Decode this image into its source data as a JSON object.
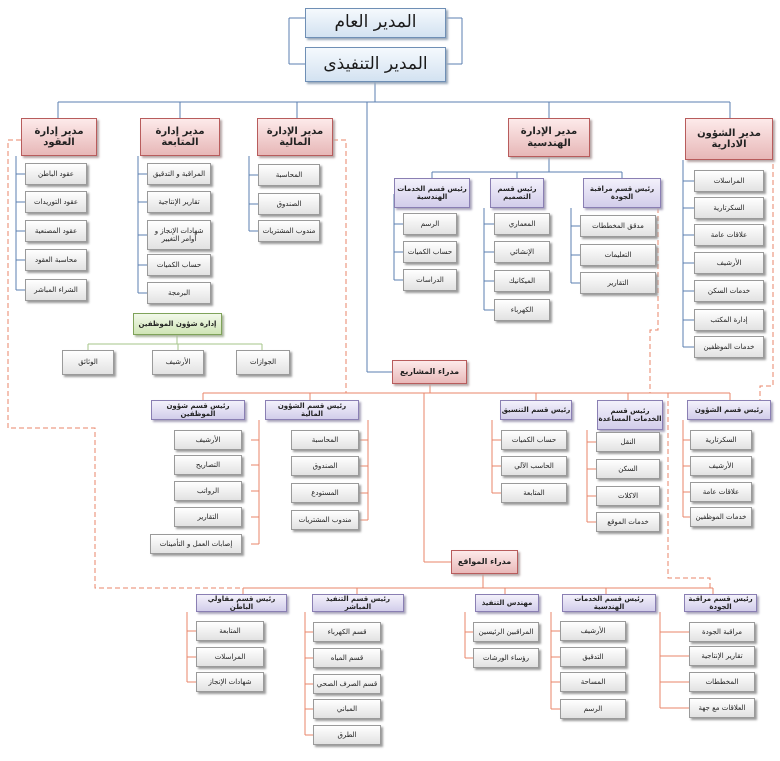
{
  "top": {
    "general_manager": "المدير العام",
    "executive_manager": "المدير التنفيذى"
  },
  "directors": {
    "affairs": "مدير الشؤون الادارية",
    "engineering": "مدير الإدارة الهندسية",
    "finance": "مدير الإدارة المالية",
    "followup": "مدير إدارة المتابعة",
    "contracts": "مدير إدارة العقود"
  },
  "affairs_items": [
    "المراسلات",
    "السكرتارية",
    "علاقات عامة",
    "الأرشيف",
    "خدمات السكن",
    "إدارة المكتب",
    "خدمات الموظفين"
  ],
  "engineering": {
    "quality": {
      "title": "رئيس قسم مراقبة الجودة",
      "items": [
        "مدقق المخططات",
        "التعليمات",
        "التقارير"
      ]
    },
    "design": {
      "title": "رئيس قسم التصميم",
      "items": [
        "المعماري",
        "الإنشائي",
        "الميكانيك",
        "الكهرباء"
      ]
    },
    "eng_services": {
      "title": "رئيس قسم الخدمات الهندسية",
      "items": [
        "الرسم",
        "حساب الكميات",
        "الدراسات"
      ]
    }
  },
  "finance_items": [
    "المحاسبة",
    "الصندوق",
    "مندوب المشتريات"
  ],
  "followup_items": [
    "المراقبة و التدقيق",
    "تقارير الإنتاجية",
    "شهادات الإنجاز و أوامر التغيير",
    "حساب الكميات",
    "البرمجة"
  ],
  "contracts_items": [
    "عقود الباطن",
    "عقود التوريدات",
    "عقود المصنعية",
    "محاسبة العقود",
    "الشراء المباشر"
  ],
  "hr": {
    "title": "إدارة شؤون الموظفين",
    "items": [
      "الجوازات",
      "الأرشيف",
      "الوثائق"
    ]
  },
  "projects": {
    "title": "مدراء المشاريع",
    "affairs": {
      "title": "رئيس قسم الشؤون",
      "items": [
        "السكرتارية",
        "الأرشيف",
        "علاقات عامة",
        "خدمات الموظفين"
      ]
    },
    "aux": {
      "title": "رئيس قسم الخدمات المساعدة",
      "items": [
        "النقل",
        "السكن",
        "الاكلات",
        "خدمات الموقع"
      ]
    },
    "coord": {
      "title": "رئيس قسم التنسيق",
      "items": [
        "حساب الكميات",
        "الحاسب الآلي",
        "المتابعة"
      ]
    },
    "fin": {
      "title": "رئيس قسم الشؤون المالية",
      "items": [
        "المحاسبة",
        "الصندوق",
        "المستودع",
        "مندوب المشتريات"
      ]
    },
    "staff": {
      "title": "رئيس قسم شؤون الموظفين",
      "items": [
        "الأرشيف",
        "التصاريح",
        "الرواتب",
        "التقارير",
        "إصابات العمل و التأمينات"
      ]
    }
  },
  "sites": {
    "title": "مدراء المواقع",
    "quality": {
      "title": "رئيس قسم مراقبة الجودة",
      "items": [
        "مراقبة الجودة",
        "تقارير الإنتاجية",
        "المخططات",
        "العلاقات مع جهة"
      ]
    },
    "eng": {
      "title": "رئيس قسم الخدمات الهندسية",
      "items": [
        "الأرشيف",
        "التدقيق",
        "المساحة",
        "الرسم"
      ]
    },
    "exec_eng": {
      "title": "مهندس التنفيذ",
      "items": [
        "المراقبين الرئيسين",
        "رؤساء الورشات"
      ]
    },
    "direct": {
      "title": "رئيس قسم التنفيذ المباشر",
      "items": [
        "قسم الكهرباء",
        "قسم المياه",
        "قسم الصرف الصحي",
        "المباني",
        "الطرق"
      ]
    },
    "subs": {
      "title": "رئيس قسم مقاولي الباطن",
      "items": [
        "المتابعة",
        "المراسلات",
        "شهادات الإنجاز"
      ]
    }
  }
}
